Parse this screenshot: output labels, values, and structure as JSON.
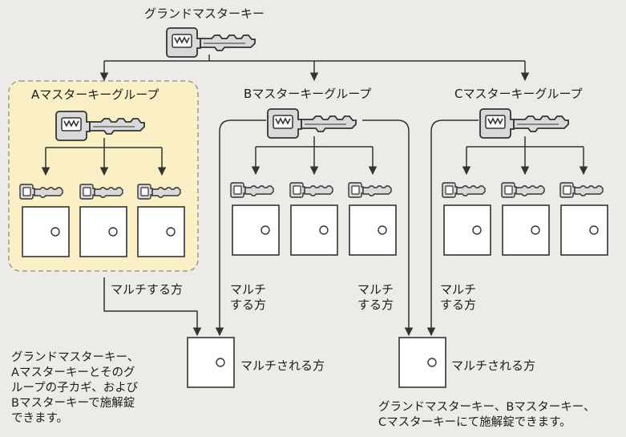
{
  "grand_master_key": {
    "label": "グランドマスターキー"
  },
  "groups": [
    {
      "label": "Aマスターキーグループ",
      "highlighted": true
    },
    {
      "label": "Bマスターキーグループ",
      "highlighted": false
    },
    {
      "label": "Cマスターキーグループ",
      "highlighted": false
    }
  ],
  "multi_source_labels": [
    "マルチする方",
    "マルチ\nする方",
    "マルチ\nする方",
    "マルチ\nする方"
  ],
  "multi_target_label": "マルチされる方",
  "notes": {
    "left": "グランドマスターキー、\nAマスターキーとそのグ\nループの子カギ、および\nBマスターキーで施解錠\nできます。",
    "right": "グランドマスターキー、Bマスターキー、\nCマスターキーにて施解錠できます。"
  },
  "colors": {
    "background": "#ecebe8",
    "highlight_fill": "#fbefc6",
    "highlight_border": "#9a9a9a",
    "key_fill": "#d9d9d9",
    "line": "#333333"
  }
}
